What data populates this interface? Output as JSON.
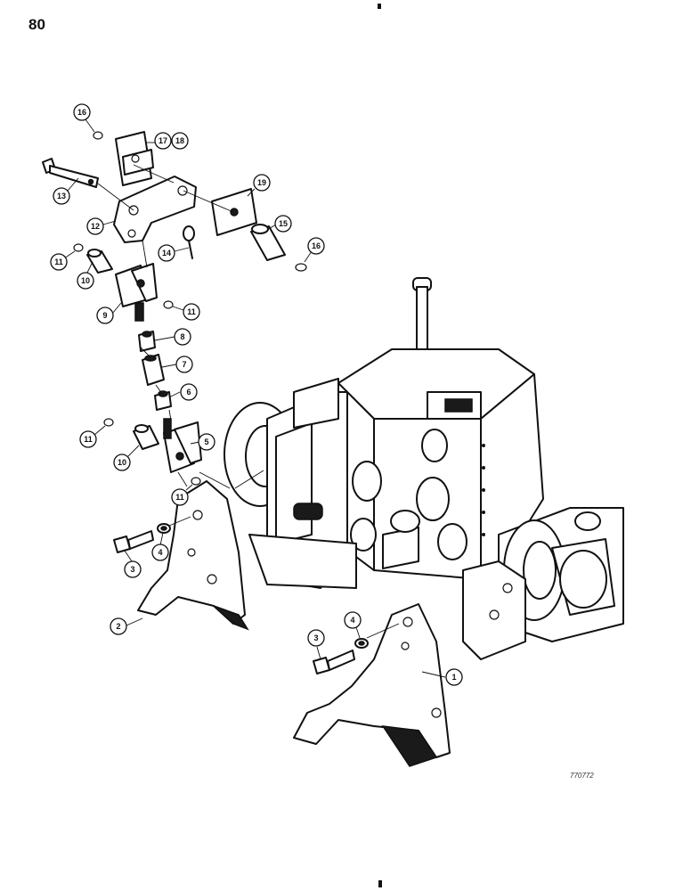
{
  "page": {
    "number": "80",
    "figure_code": "770772"
  },
  "callouts": [
    {
      "label": "1"
    },
    {
      "label": "2"
    },
    {
      "label": "3"
    },
    {
      "label": "3"
    },
    {
      "label": "4"
    },
    {
      "label": "4"
    },
    {
      "label": "5"
    },
    {
      "label": "6"
    },
    {
      "label": "7"
    },
    {
      "label": "8"
    },
    {
      "label": "9"
    },
    {
      "label": "10"
    },
    {
      "label": "10"
    },
    {
      "label": "11"
    },
    {
      "label": "11"
    },
    {
      "label": "11"
    },
    {
      "label": "11"
    },
    {
      "label": "12"
    },
    {
      "label": "13"
    },
    {
      "label": "14"
    },
    {
      "label": "15"
    },
    {
      "label": "16"
    },
    {
      "label": "16"
    },
    {
      "label": "17"
    },
    {
      "label": "18"
    },
    {
      "label": "19"
    }
  ]
}
